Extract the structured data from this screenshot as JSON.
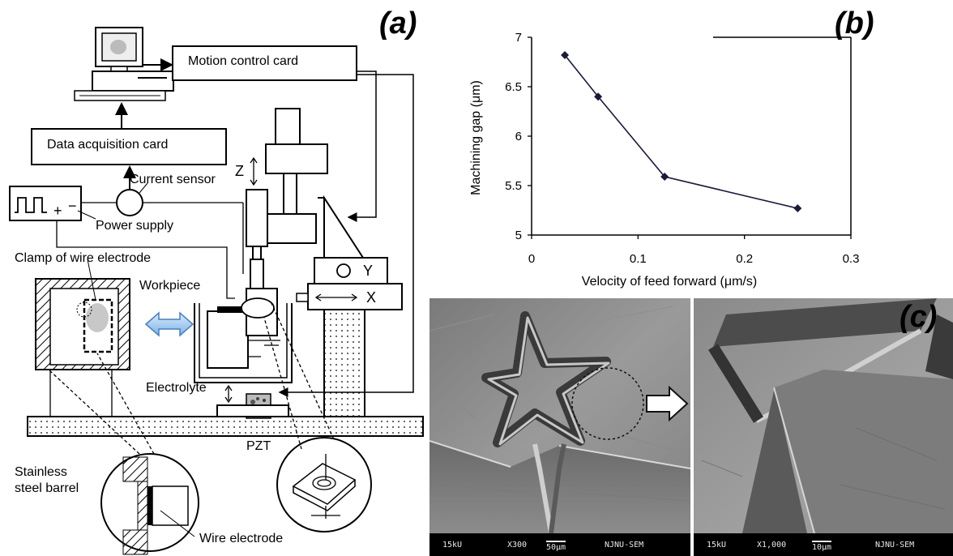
{
  "panel_a": {
    "label": "(a)",
    "motion_control_card": "Motion control card",
    "data_acquisition_card": "Data acquisition card",
    "current_sensor": "Current sensor",
    "power_supply": "Power supply",
    "clamp_label": "Clamp of wire electrode",
    "workpiece": "Workpiece",
    "electrolyte": "Electrolyte",
    "pzt": "PZT",
    "stainless_line1": "Stainless",
    "stainless_line2": "steel barrel",
    "wire_electrode": "Wire electrode",
    "axis_z": "Z",
    "axis_y": "Y",
    "axis_x": "X",
    "plus_sign": "+",
    "minus_sign": "−"
  },
  "panel_b": {
    "label": "(b)"
  },
  "chart_data": {
    "type": "line",
    "title": "",
    "xlabel": "Velocity of feed forward (μm/s)",
    "ylabel": "Machining gap (μm)",
    "xlim": [
      0,
      0.3
    ],
    "ylim": [
      5,
      7
    ],
    "x_ticks": [
      "0",
      "0.1",
      "0.2",
      "0.3"
    ],
    "y_ticks": [
      "5",
      "5.5",
      "6",
      "6.5",
      "7"
    ],
    "grid": false,
    "marker": "diamond",
    "line_color": "#1a1a3a",
    "series": [
      {
        "x": [
          0.03125,
          0.0625,
          0.125,
          0.25
        ],
        "y": [
          6.82,
          6.4,
          5.59,
          5.27
        ]
      }
    ]
  },
  "panel_c": {
    "label": "(c)",
    "left_image": {
      "kv": "15kU",
      "mag": "X300",
      "scale": "50μm",
      "lab": "NJNU-SEM"
    },
    "right_image": {
      "kv": "15kU",
      "mag": "X1,000",
      "scale": "10μm",
      "lab": "NJNU-SEM"
    }
  }
}
